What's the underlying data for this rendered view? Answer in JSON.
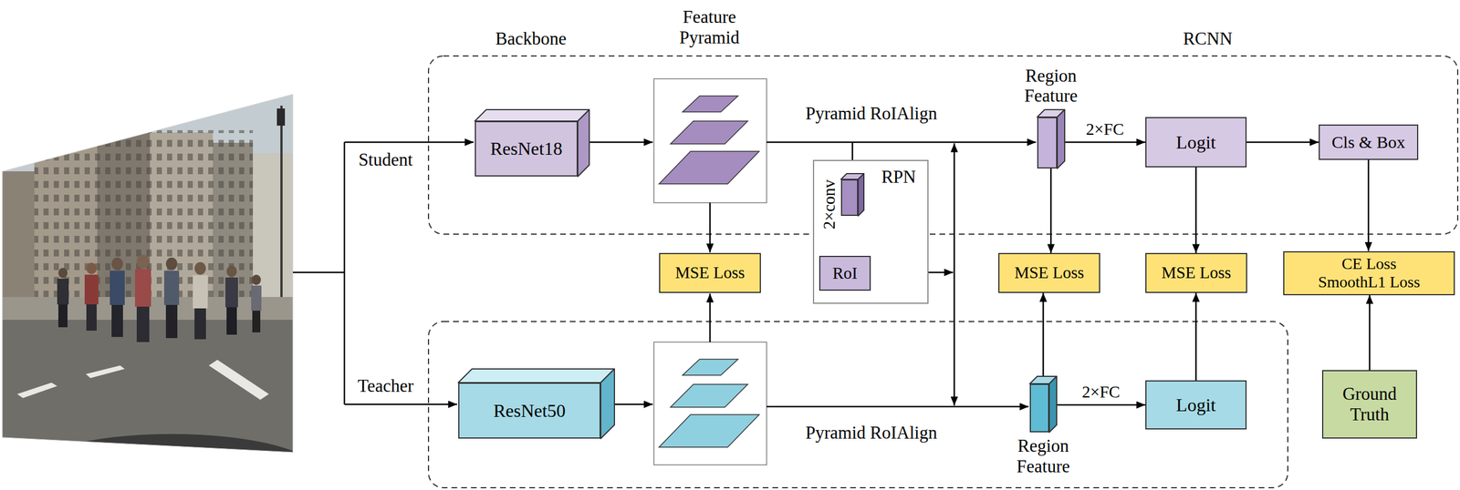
{
  "diagram": {
    "nodes": [
      {
        "text": [
          "ResNet18"
        ]
      },
      {
        "text": [
          "RPN"
        ]
      },
      {
        "text": [
          "2×conv"
        ],
        "in": 1
      },
      {
        "text": [
          "RoI"
        ],
        "in": 1
      },
      {
        "text": [
          "Region Feature"
        ]
      },
      {
        "text": [
          "Logit"
        ]
      },
      {
        "text": [
          "Cls & Box"
        ]
      },
      {
        "text": [
          "MSE Loss"
        ]
      },
      {
        "text": [
          "MSE Loss"
        ]
      },
      {
        "text": [
          "MSE Loss"
        ]
      },
      {
        "text": [
          "CE Loss",
          "SmoothL1 Loss"
        ]
      },
      {
        "text": [
          "ResNet50"
        ]
      },
      {
        "text": [
          "Region Feature"
        ]
      },
      {
        "text": [
          "Logit"
        ]
      },
      {
        "text": [
          "Ground Truth"
        ]
      }
    ],
    "edges": [
      {
        "from": 2,
        "to": 3,
        "arrow": "to"
      },
      {
        "from": 4,
        "to": 5,
        "label": "2×FC",
        "arrow": "to"
      },
      {
        "from": 5,
        "to": 6,
        "arrow": "to"
      },
      {
        "from": 4,
        "to": 8,
        "arrow": "to"
      },
      {
        "from": 5,
        "to": 9,
        "arrow": "to"
      },
      {
        "from": 6,
        "to": 10,
        "arrow": "to"
      },
      {
        "from": 12,
        "to": 13,
        "label": "2×FC",
        "arrow": "to"
      },
      {
        "from": 12,
        "to": 8,
        "arrow": "to"
      },
      {
        "from": 13,
        "to": 9,
        "arrow": "to"
      },
      {
        "from": 14,
        "to": 10,
        "arrow": "to"
      }
    ],
    "labels": [
      "Backbone",
      "Feature Pyramid",
      "RCNN",
      "Student",
      "Teacher",
      "Pyramid RoIAlign",
      "Pyramid RoIAlign"
    ]
  }
}
